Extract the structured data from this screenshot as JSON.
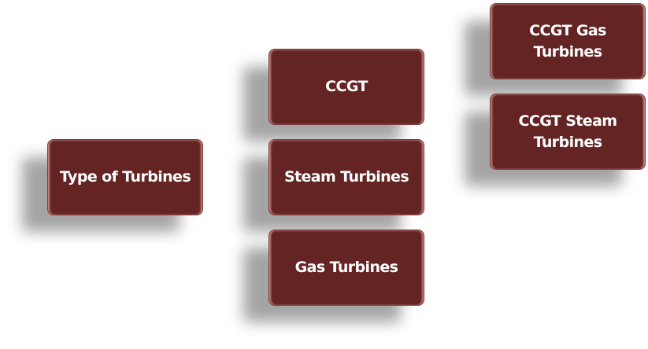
{
  "diagram": {
    "root": {
      "label": "Type of Turbines"
    },
    "level1": [
      {
        "label": "CCGT"
      },
      {
        "label": "Steam Turbines"
      },
      {
        "label": "Gas Turbines"
      }
    ],
    "level2": [
      {
        "label": "CCGT Gas Turbines"
      },
      {
        "label": "CCGT Steam Turbines"
      }
    ],
    "colors": {
      "node_fill": "#632423",
      "node_text": "#ffffff",
      "shadow": "#8c8c8c"
    }
  }
}
